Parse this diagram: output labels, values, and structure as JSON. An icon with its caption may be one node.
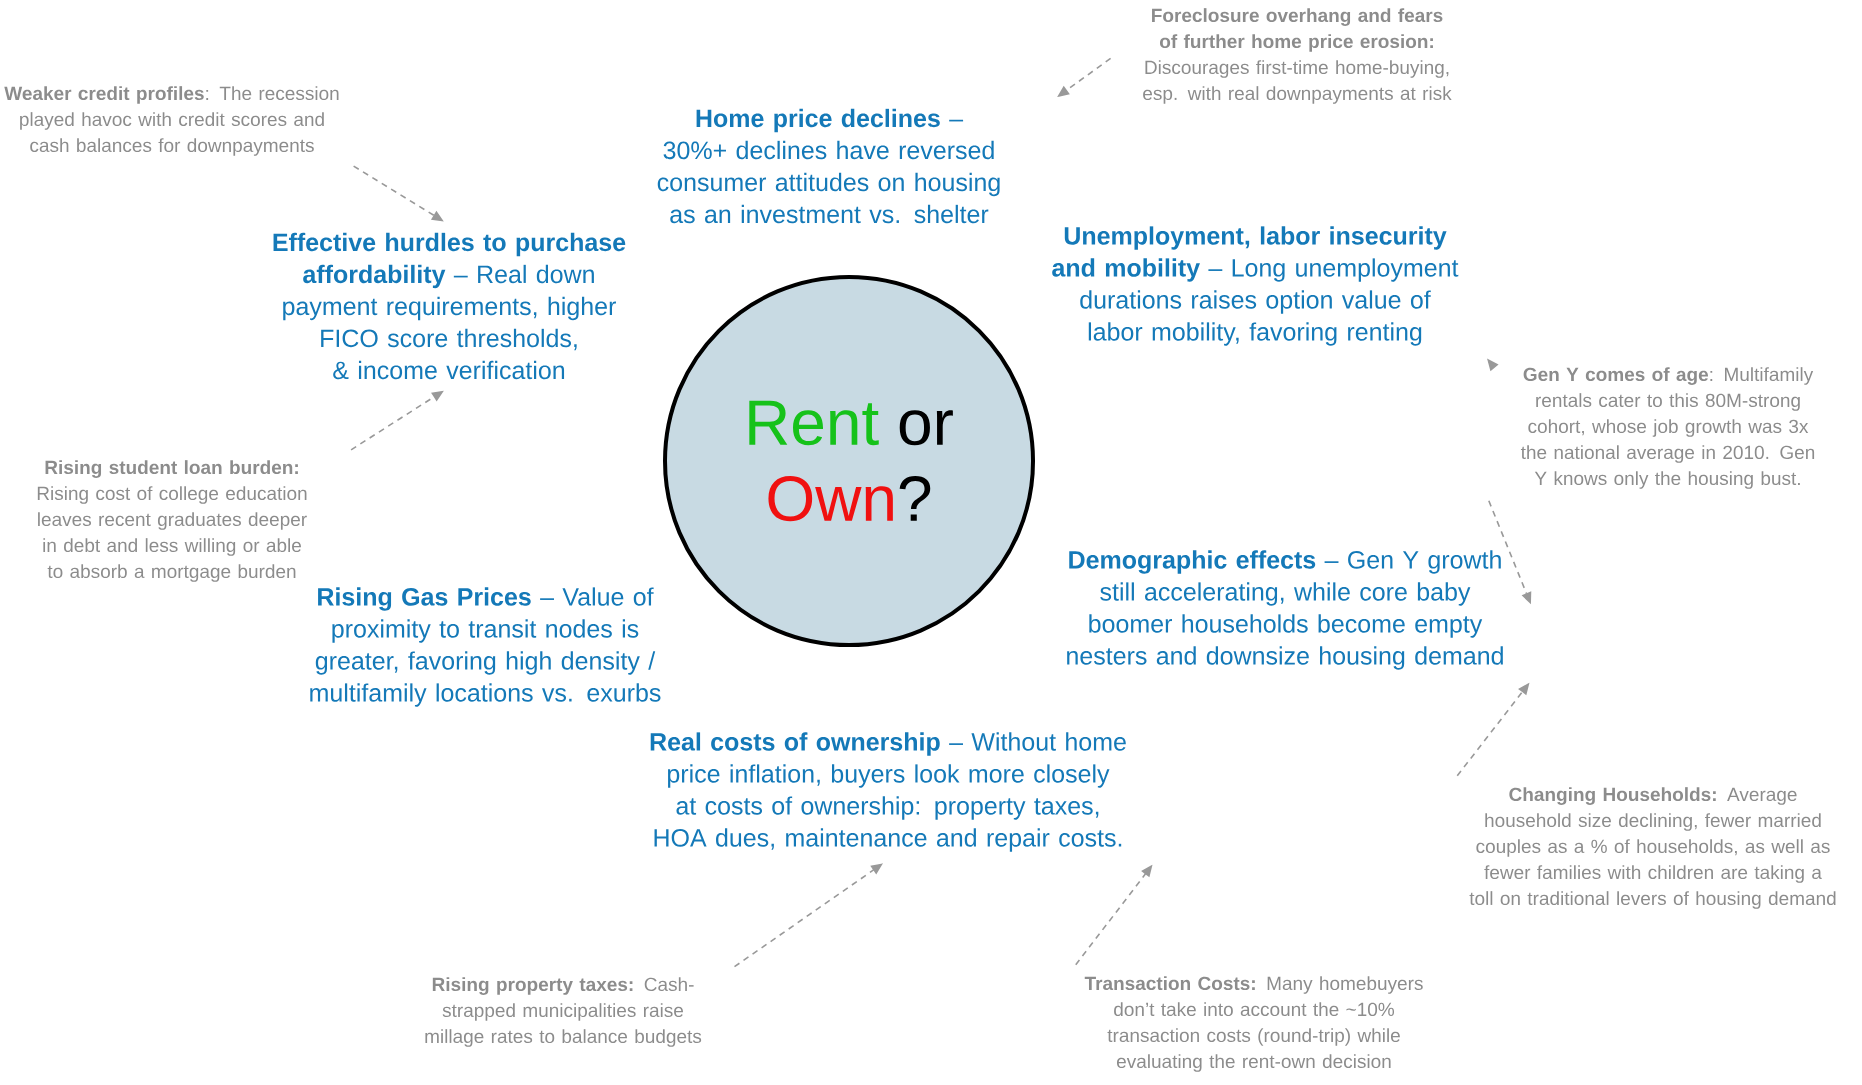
{
  "diagram": {
    "nodes": [
      {
        "text": [
          "Rent",
          "or",
          "Own",
          "?"
        ]
      },
      {
        "text": [
          "**Home price declines** – 30%+ declines have reversed consumer attitudes on housing as an investment vs. shelter"
        ]
      },
      {
        "text": [
          "**Effective hurdles to purchase affordability** – Real down payment requirements, higher FICO score thresholds, & income verification"
        ]
      },
      {
        "text": [
          "**Unemployment, labor insecurity and mobility** – Long unemployment durations raises option value of labor mobility, favoring renting"
        ]
      },
      {
        "text": [
          "**Rising Gas Prices** – Value of proximity to transit nodes is greater, favoring high density / multifamily locations vs. exurbs"
        ]
      },
      {
        "text": [
          "**Demographic effects** – Gen Y growth still accelerating, while core baby boomer households become empty nesters and downsize housing demand"
        ]
      },
      {
        "text": [
          "**Real costs of ownership** – Without home price inflation,  buyers look more closely at costs of ownership: property taxes, HOA dues, maintenance and repair costs."
        ]
      },
      {
        "text": [
          "**Foreclosure overhang and fears of further home price erosion:** Discourages first-time home-buying, esp. with real downpayments at risk"
        ]
      },
      {
        "text": [
          "**Weaker credit profiles**: The recession played havoc with credit scores and cash balances for downpayments"
        ]
      },
      {
        "text": [
          "**Gen Y comes of age**: Multifamily rentals cater to this 80M-strong cohort, whose job growth was 3x the national average in 2010.  Gen Y knows only the housing bust."
        ]
      },
      {
        "text": [
          "**Rising student loan burden:** Rising cost of college education leaves recent graduates deeper in debt and less willing or able to absorb a mortgage burden"
        ]
      },
      {
        "text": [
          "**Changing Households:** Average household size declining, fewer married couples as a % of households, as well as fewer families with children are taking a toll on traditional levers of housing demand"
        ]
      },
      {
        "text": [
          "**Rising property taxes:** Cash-strapped municipalities raise millage rates to balance budgets"
        ]
      },
      {
        "text": [
          "**Transaction Costs:** Many homebuyers don’t take into account the ~10% transaction costs (round-trip) while evaluating the rent-own decision"
        ]
      }
    ],
    "edges": [
      {
        "from": 7,
        "to": 1,
        "arrow": "to",
        "style": "dashed"
      },
      {
        "from": 8,
        "to": 2,
        "arrow": "to",
        "style": "dashed"
      },
      {
        "from": 10,
        "to": 2,
        "arrow": "to",
        "style": "dashed"
      },
      {
        "from": 9,
        "to": 3,
        "arrow": "to",
        "style": "dashed"
      },
      {
        "from": 9,
        "to": 5,
        "arrow": "to",
        "style": "dashed"
      },
      {
        "from": 11,
        "to": 5,
        "arrow": "to",
        "style": "dashed"
      },
      {
        "from": 12,
        "to": 6,
        "arrow": "to",
        "style": "dashed"
      },
      {
        "from": 13,
        "to": 6,
        "arrow": "to",
        "style": "dashed"
      }
    ]
  }
}
